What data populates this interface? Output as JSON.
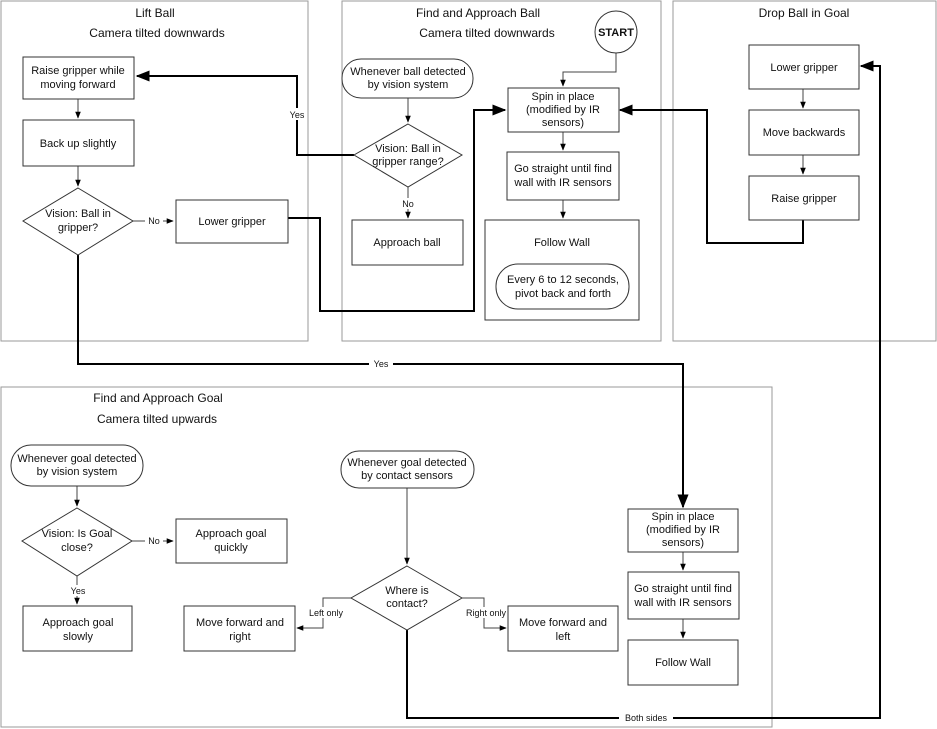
{
  "panels": {
    "lift_ball": {
      "title": "Lift Ball",
      "subtitle": "Camera tilted  downwards"
    },
    "find_ball": {
      "title": "Find and Approach Ball",
      "subtitle": "Camera tilted  downwards"
    },
    "drop_ball": {
      "title": "Drop Ball in Goal"
    },
    "find_goal": {
      "title": "Find and Approach Goal",
      "subtitle": "Camera tilted  upwards"
    }
  },
  "nodes": {
    "start": "START",
    "raise_gripper_fwd": [
      "Raise gripper while",
      "moving forward"
    ],
    "back_up": [
      "Back up slightly"
    ],
    "vision_ball_gripper": [
      "Vision: Ball in",
      "gripper?"
    ],
    "lower_gripper_lift": [
      "Lower gripper"
    ],
    "ball_detected": [
      "Whenever ball detected",
      "by vision system"
    ],
    "vision_ball_range": [
      "Vision: Ball in",
      "gripper range?"
    ],
    "approach_ball": [
      "Approach ball"
    ],
    "spin_ball": [
      "Spin in place",
      "(modified by IR",
      "sensors)"
    ],
    "go_straight_ball": [
      "Go straight until find",
      "wall with IR sensors"
    ],
    "follow_wall_ball": [
      "Follow Wall"
    ],
    "pivot": [
      "Every 6 to 12 seconds,",
      "pivot back and forth"
    ],
    "lower_gripper_drop": [
      "Lower gripper"
    ],
    "move_backwards": [
      "Move backwards"
    ],
    "raise_gripper": [
      "Raise gripper"
    ],
    "goal_vision": [
      "Whenever goal detected",
      "by vision system"
    ],
    "vision_goal_close": [
      "Vision:  Is Goal",
      "close?"
    ],
    "approach_goal_quickly": [
      "Approach goal",
      "quickly"
    ],
    "approach_goal_slowly": [
      "Approach goal",
      "slowly"
    ],
    "goal_contact": [
      "Whenever goal detected",
      "by contact sensors"
    ],
    "where_contact": [
      "Where is",
      "contact?"
    ],
    "move_fwd_right": [
      "Move forward and",
      "right"
    ],
    "move_fwd_left": [
      "Move forward and",
      "left"
    ],
    "spin_goal": [
      "Spin in place",
      "(modified by IR",
      "sensors)"
    ],
    "go_straight_goal": [
      "Go straight until find",
      "wall with IR sensors"
    ],
    "follow_wall_goal": [
      "Follow Wall"
    ]
  },
  "labels": {
    "yes_range": "Yes",
    "no_range": "No",
    "no_gripper": "No",
    "yes_gripper": "Yes",
    "no_close": "No",
    "yes_close": "Yes",
    "left_only": "Left only",
    "right_only": "Right only",
    "both_sides": "Both sides"
  }
}
